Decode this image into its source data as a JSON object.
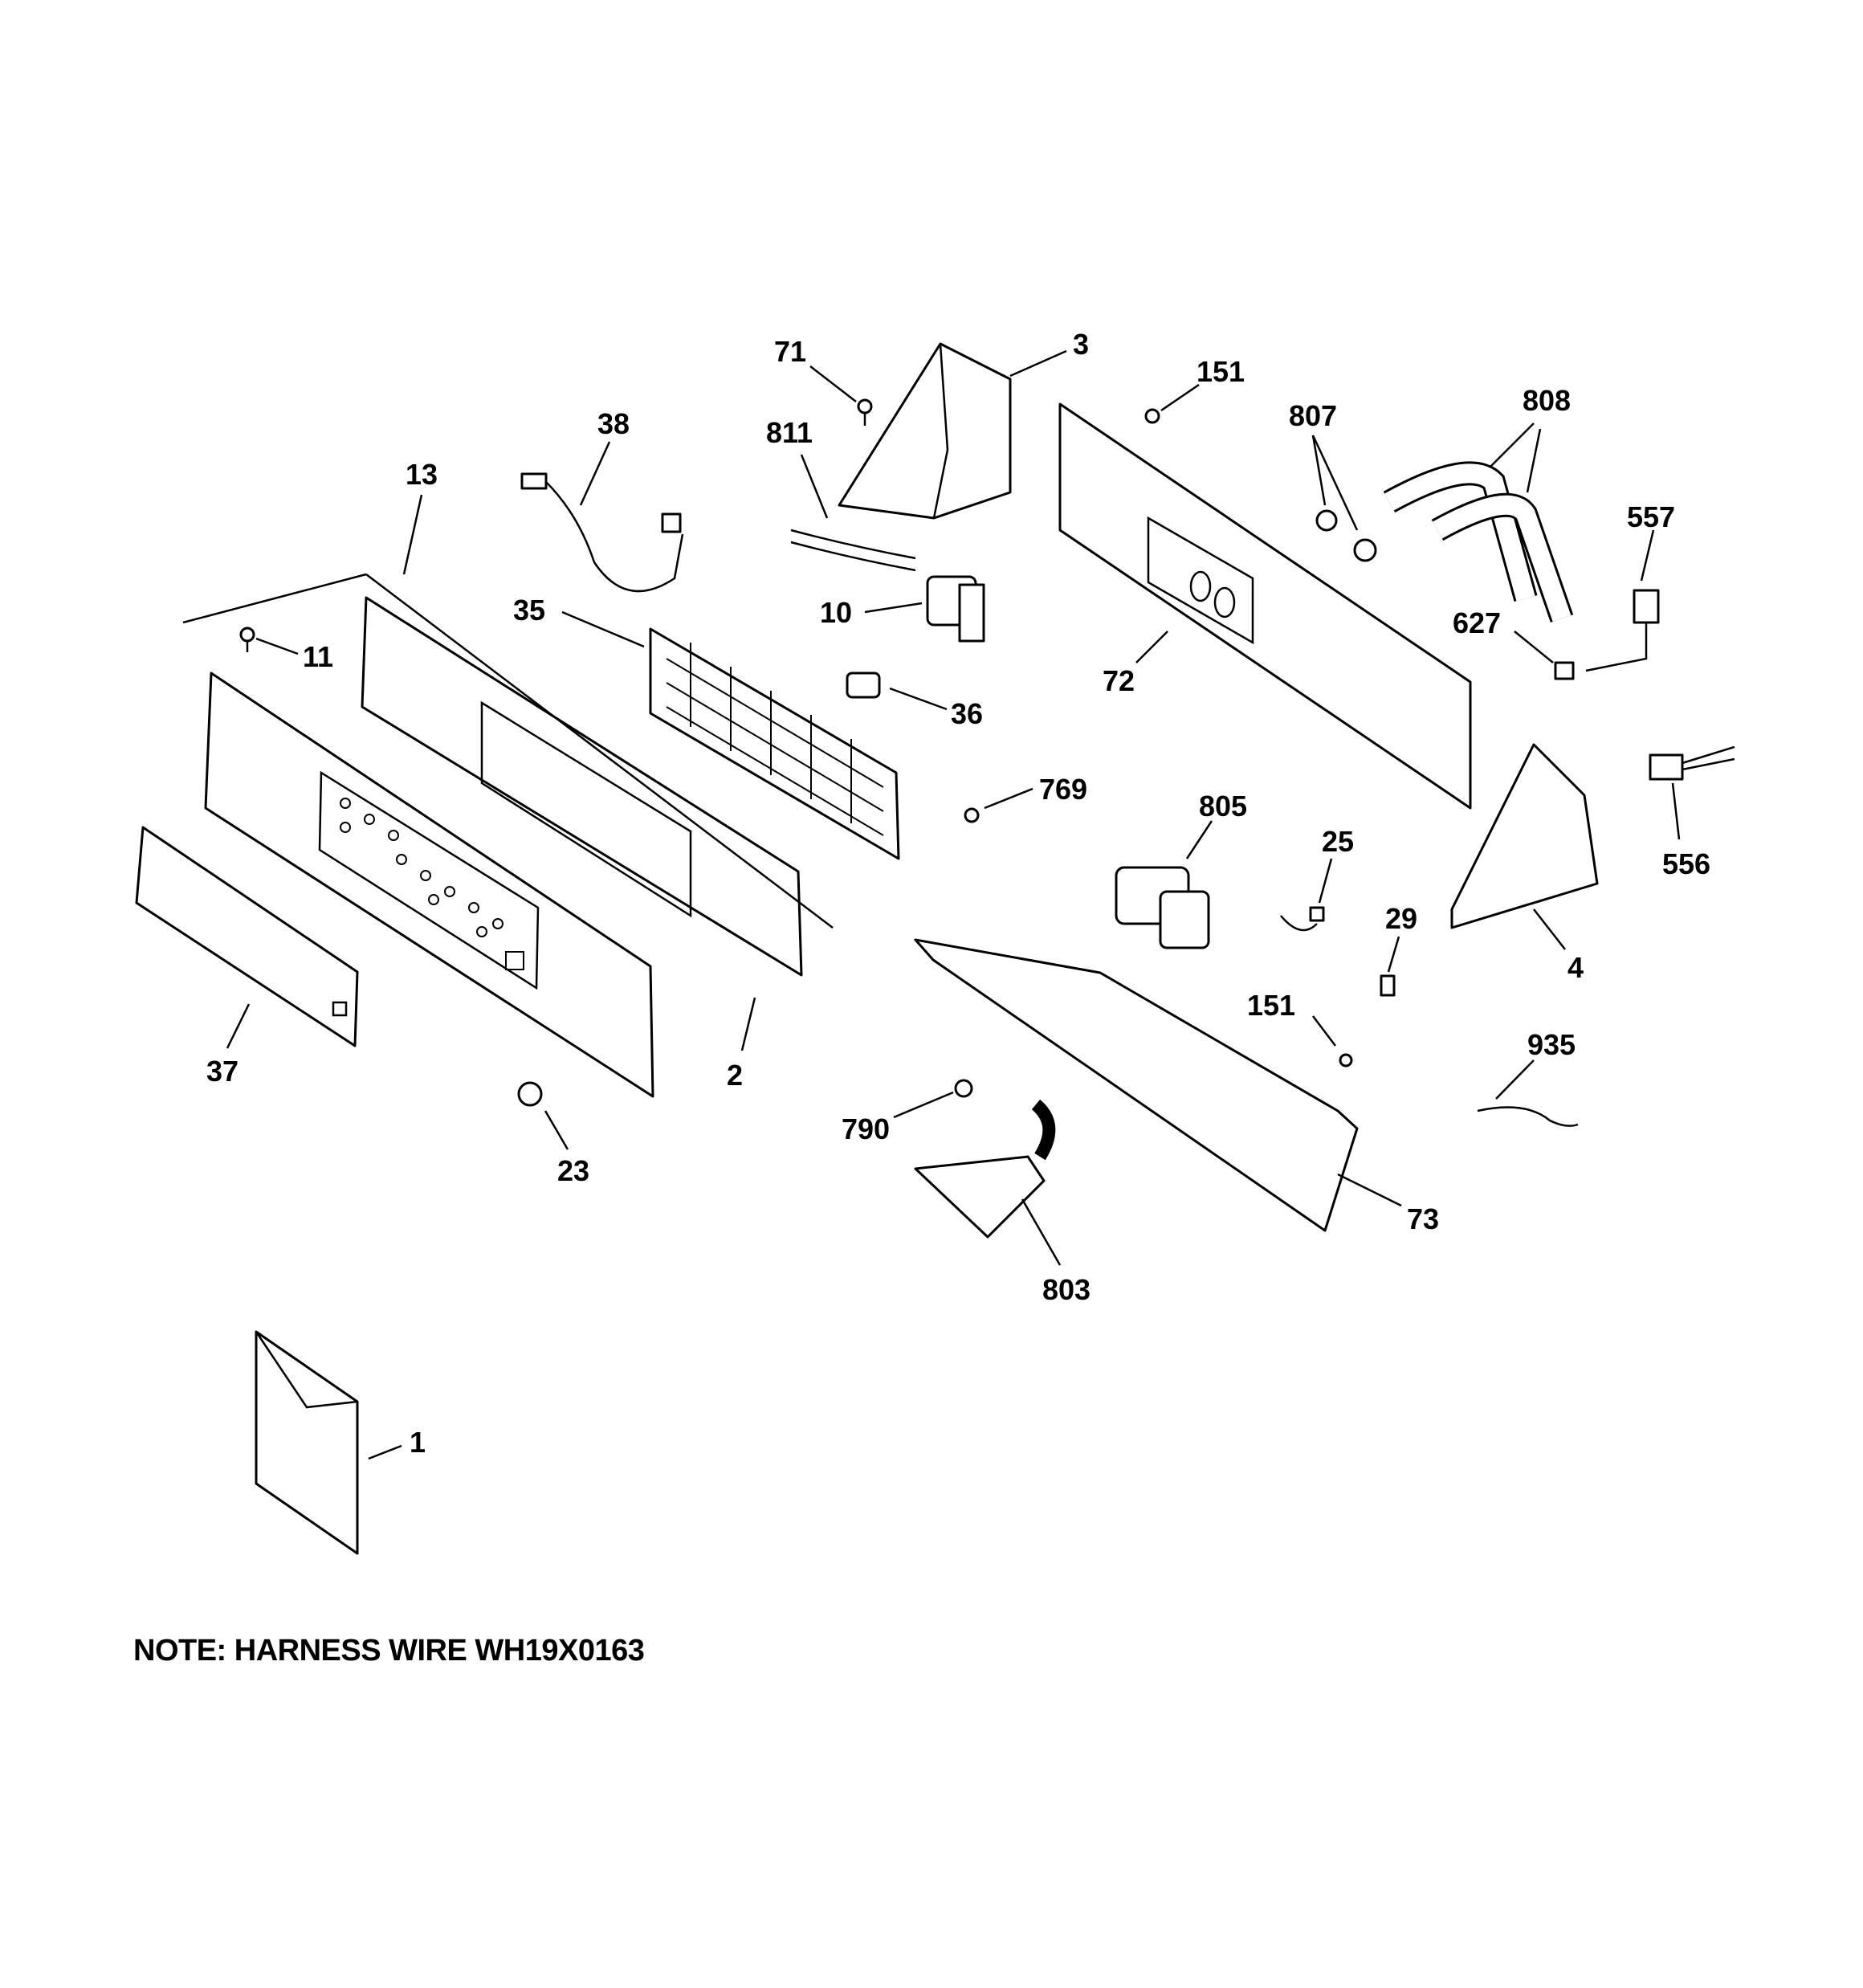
{
  "diagram": {
    "callouts": [
      "71",
      "3",
      "151",
      "807",
      "808",
      "38",
      "811",
      "13",
      "557",
      "35",
      "10",
      "11",
      "72",
      "627",
      "36",
      "769",
      "805",
      "25",
      "556",
      "29",
      "4",
      "151",
      "935",
      "37",
      "2",
      "790",
      "23",
      "73",
      "803",
      "1"
    ],
    "note": "NOTE: HARNESS WIRE WH19X0163"
  }
}
